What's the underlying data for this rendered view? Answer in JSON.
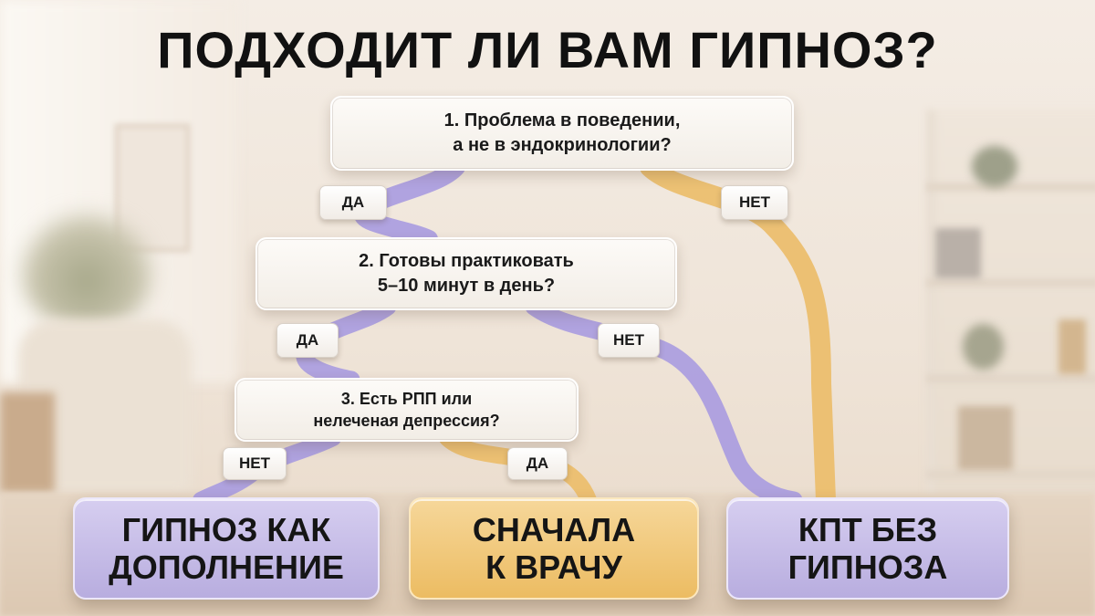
{
  "title": "ПОДХОДИТ ЛИ ВАМ ГИПНОЗ?",
  "questions": [
    {
      "text": "1. Проблема в поведении,\nа не в эндокринологии?"
    },
    {
      "text": "2. Готовы практиковать\n5–10 минут в день?"
    },
    {
      "text": "3. Есть РПП или\nнелеченая депрессия?"
    }
  ],
  "branches": {
    "q1_yes": "ДА",
    "q1_no": "НЕТ",
    "q2_yes": "ДА",
    "q2_no": "НЕТ",
    "q3_no": "НЕТ",
    "q3_yes": "ДА"
  },
  "outcomes": [
    {
      "text": "ГИПНОЗ КАК\nДОПОЛНЕНИЕ"
    },
    {
      "text": "СНАЧАЛА\nК ВРАЧУ"
    },
    {
      "text": "КПТ БЕЗ\nГИПНОЗА"
    }
  ],
  "colors": {
    "purple_path": "#a89be0",
    "gold_path": "#ebbd6a",
    "purple_box": "#c4b9e8",
    "gold_box": "#f1c978"
  }
}
